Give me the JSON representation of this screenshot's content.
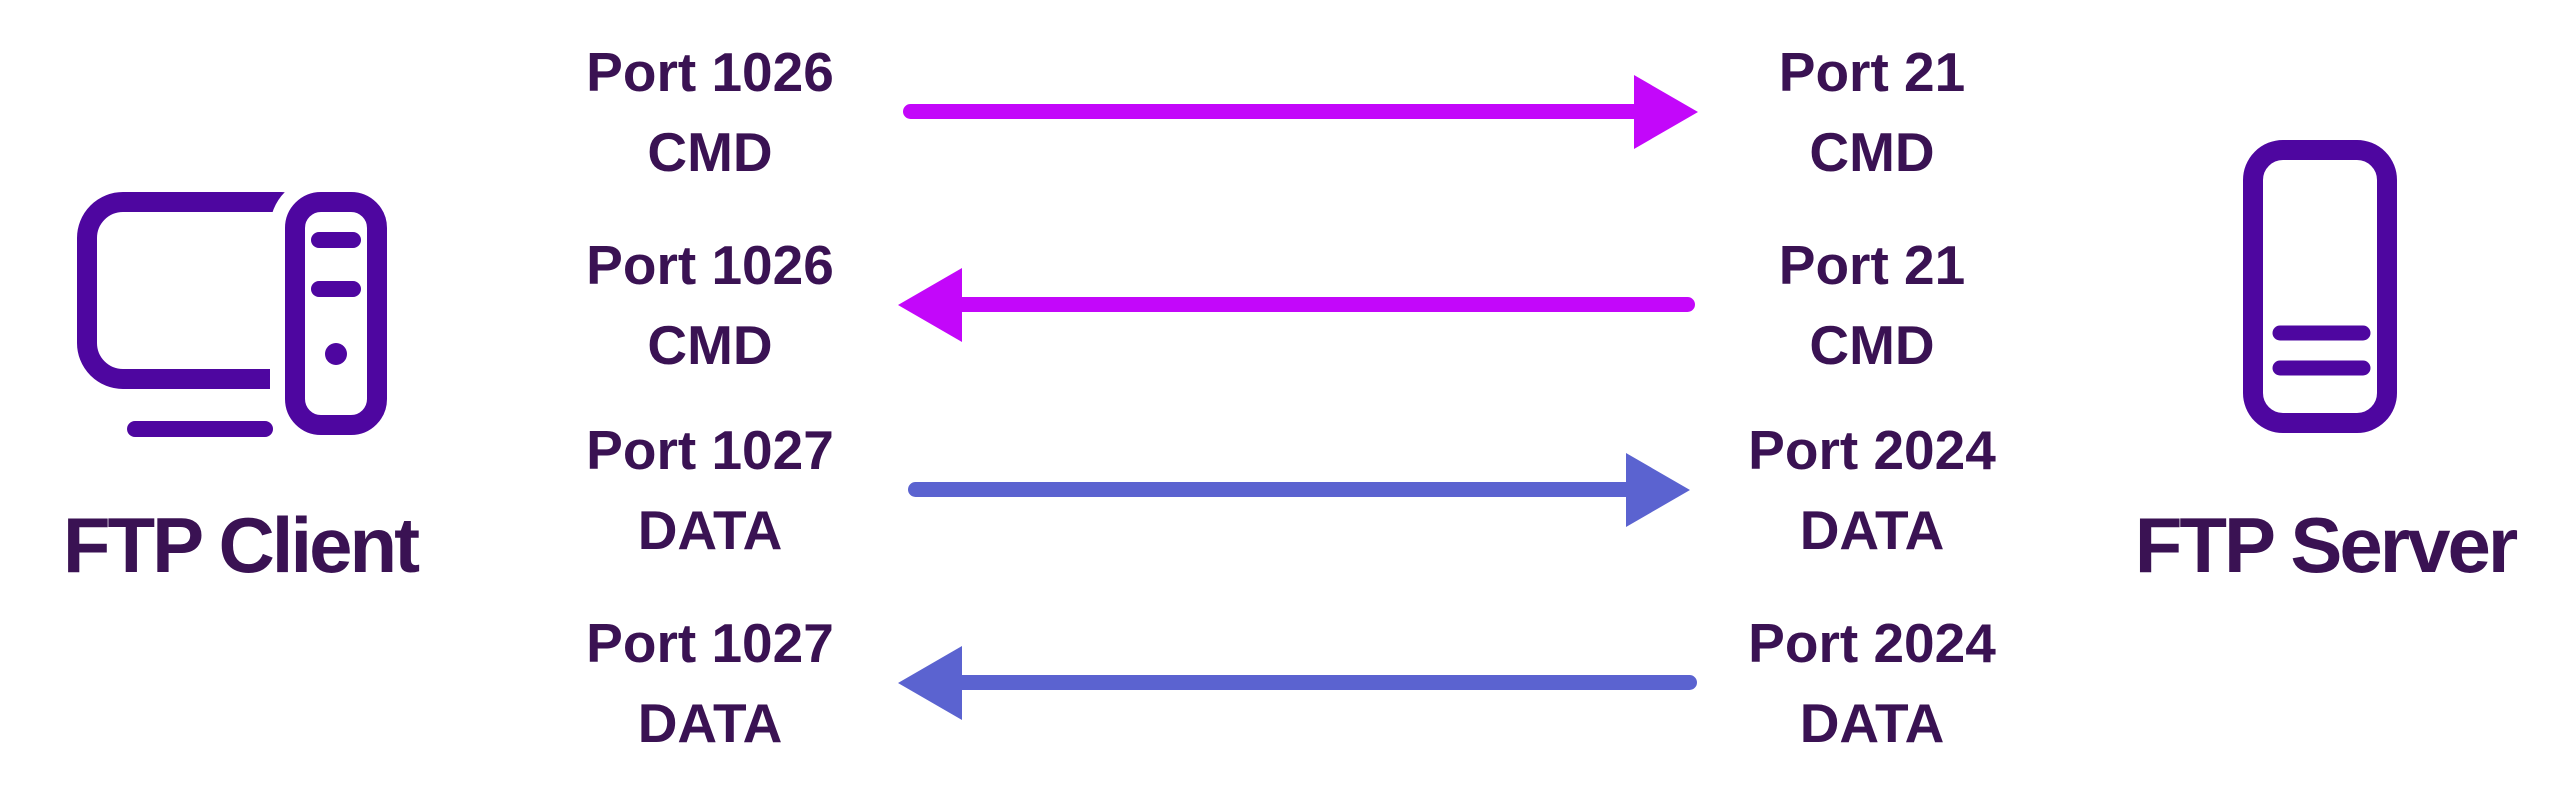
{
  "canvas": {
    "background": "#ffffff",
    "text_color": "#3A1253"
  },
  "client": {
    "label": "FTP Client",
    "icon": "desktop-computer-icon",
    "icon_color": "#4E06A0"
  },
  "server": {
    "label": "FTP Server",
    "icon": "server-tower-icon",
    "icon_color": "#4E06A0"
  },
  "flows": [
    {
      "left": {
        "port": "Port 1026",
        "channel": "CMD"
      },
      "right": {
        "port": "Port 21",
        "channel": "CMD"
      },
      "direction": "right",
      "arrow_color": "#C307FA"
    },
    {
      "left": {
        "port": "Port 1026",
        "channel": "CMD"
      },
      "right": {
        "port": "Port 21",
        "channel": "CMD"
      },
      "direction": "left",
      "arrow_color": "#C307FA"
    },
    {
      "left": {
        "port": "Port 1027",
        "channel": "DATA"
      },
      "right": {
        "port": "Port 2024",
        "channel": "DATA"
      },
      "direction": "right",
      "arrow_color": "#5B63D0"
    },
    {
      "left": {
        "port": "Port 1027",
        "channel": "DATA"
      },
      "right": {
        "port": "Port 2024",
        "channel": "DATA"
      },
      "direction": "left",
      "arrow_color": "#5B63D0"
    }
  ]
}
